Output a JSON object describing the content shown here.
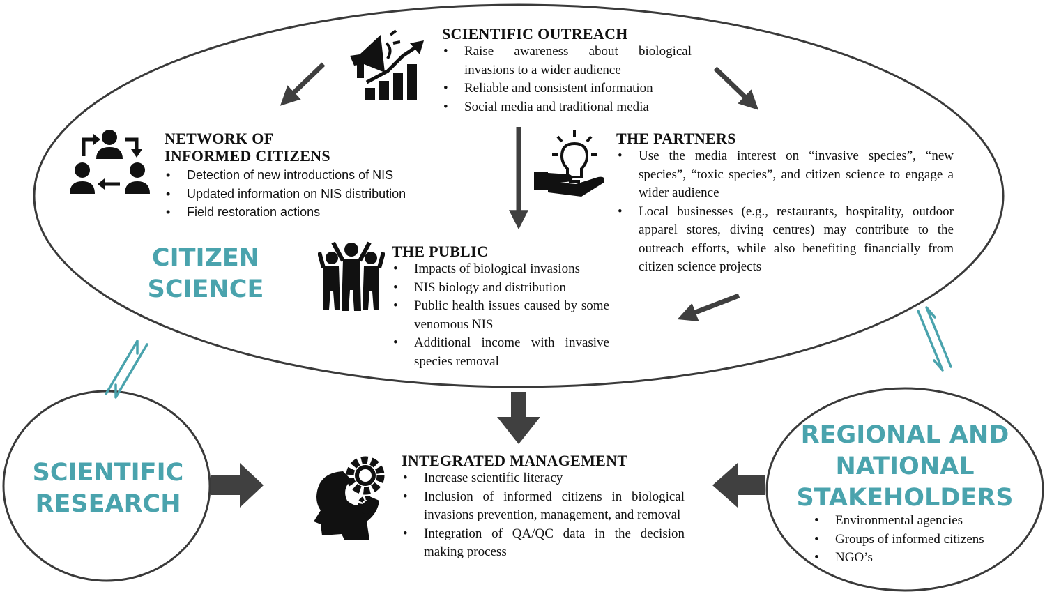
{
  "colors": {
    "teal": "#4aa3ad",
    "dark": "#3f3f3f",
    "ink": "#111111"
  },
  "outreach": {
    "title": "SCIENTIFIC OUTREACH",
    "icon": "megaphone-growth-icon",
    "items": [
      "Raise awareness about biological invasions to a wider audience",
      "Reliable and consistent information",
      "Social media and traditional media"
    ]
  },
  "network": {
    "title_line1": "NETWORK OF",
    "title_line2": "INFORMED CITIZENS",
    "icon": "people-cycle-icon",
    "items": [
      "Detection of new introductions of NIS",
      "Updated information on NIS distribution",
      "Field restoration actions"
    ]
  },
  "partners": {
    "title": "THE PARTNERS",
    "icon": "lightbulb-hand-icon",
    "items": [
      "Use the media interest on “invasive species”, “new species”, “toxic species”, and citizen science to engage a wider audience",
      "Local businesses (e.g., restaurants, hospitality, outdoor apparel stores, diving centres) may contribute to the outreach efforts, while also benefiting financially from citizen science projects"
    ]
  },
  "public": {
    "title": "THE PUBLIC",
    "icon": "crowd-icon",
    "items": [
      "Impacts of biological invasions",
      "NIS biology and distribution",
      "Public health issues caused by some venomous NIS",
      "Additional income with invasive species removal"
    ]
  },
  "citizen_science": {
    "line1": "CITIZEN",
    "line2": "SCIENCE"
  },
  "scientific_research": {
    "line1": "SCIENTIFIC",
    "line2": "RESEARCH"
  },
  "management": {
    "title": "INTEGRATED MANAGEMENT",
    "icon": "head-gears-icon",
    "items": [
      "Increase scientific literacy",
      "Inclusion of informed citizens in biological invasions prevention, management, and removal",
      "Integration of QA/QC data in the decision making process"
    ]
  },
  "stakeholders": {
    "line1": "REGIONAL AND",
    "line2": "NATIONAL",
    "line3": "STAKEHOLDERS",
    "items": [
      "Environmental agencies",
      "Groups of informed citizens",
      "NGO’s"
    ]
  }
}
